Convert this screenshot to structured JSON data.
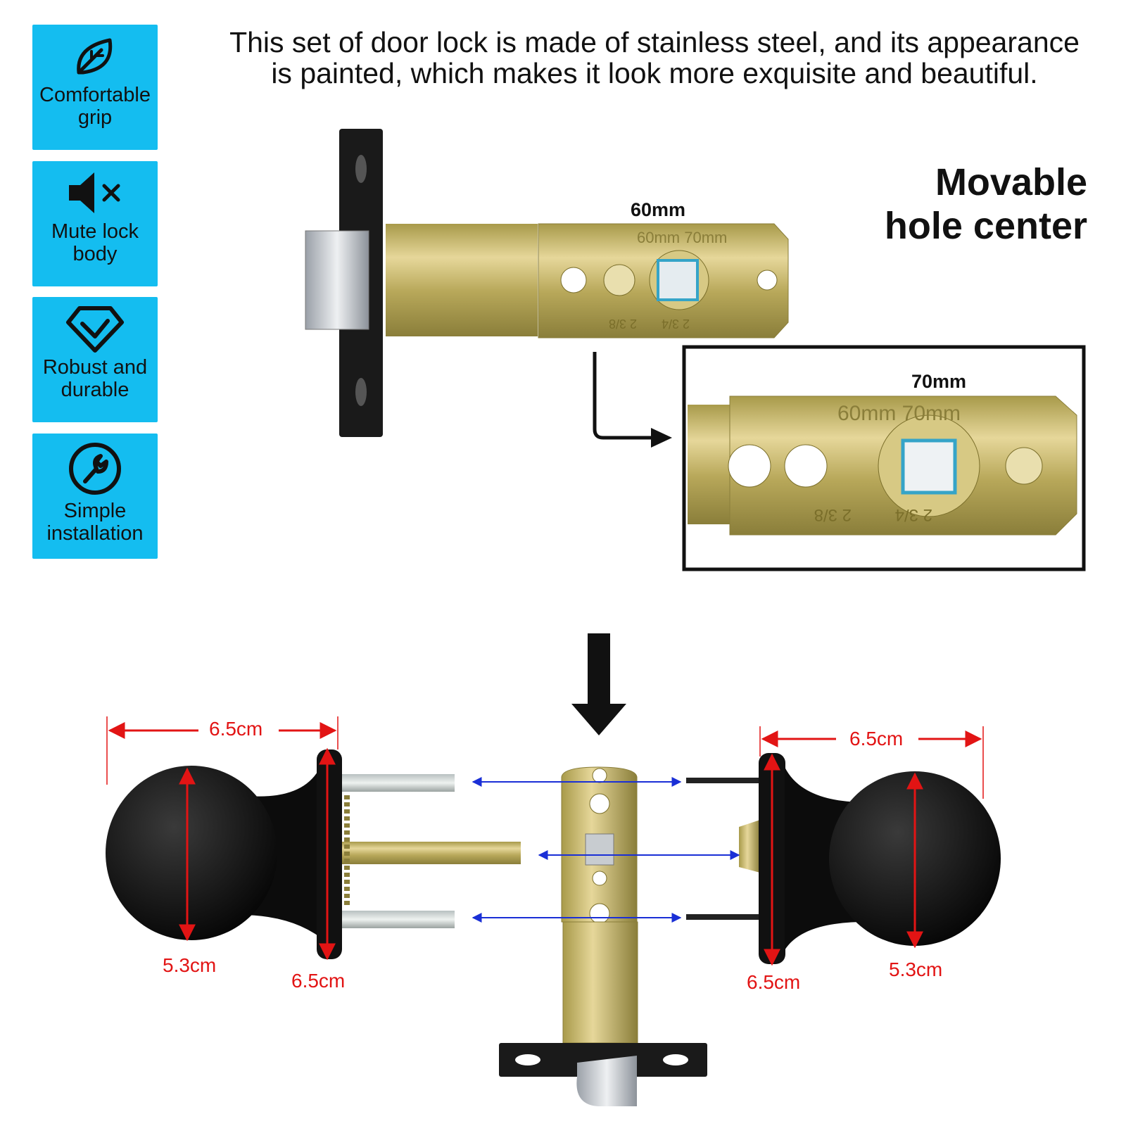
{
  "features": [
    {
      "icon": "leaf-icon",
      "label_line1": "Comfortable",
      "label_line2": "grip"
    },
    {
      "icon": "mute-speaker-icon",
      "label_line1": "Mute lock",
      "label_line2": "body"
    },
    {
      "icon": "diamond-icon",
      "label_line1": "Robust and",
      "label_line2": "durable"
    },
    {
      "icon": "wrench-icon",
      "label_line1": "Simple",
      "label_line2": "installation"
    }
  ],
  "headline": {
    "line1": "This set of door lock is made of stainless steel, and its appearance",
    "line2": "is painted, which makes it look more exquisite and beautiful."
  },
  "movable": {
    "line1": "Movable",
    "line2": "hole center"
  },
  "latch": {
    "label_60": "60mm",
    "label_70": "70mm",
    "stamp": "60mm 70mm",
    "stamp_a": "2 3/8",
    "stamp_b": "2 3/4"
  },
  "dimensions": {
    "left_knob_width": "6.5cm",
    "left_knob_diameter": "5.3cm",
    "left_rose": "6.5cm",
    "right_knob_width": "6.5cm",
    "right_rose": "6.5cm",
    "right_knob_diameter": "5.3cm"
  },
  "colors": {
    "feature_bg": "#14bdf0",
    "dimension": "#e21414",
    "alignment_arrow": "#1a2fd6",
    "brass": "#c9b25a"
  }
}
